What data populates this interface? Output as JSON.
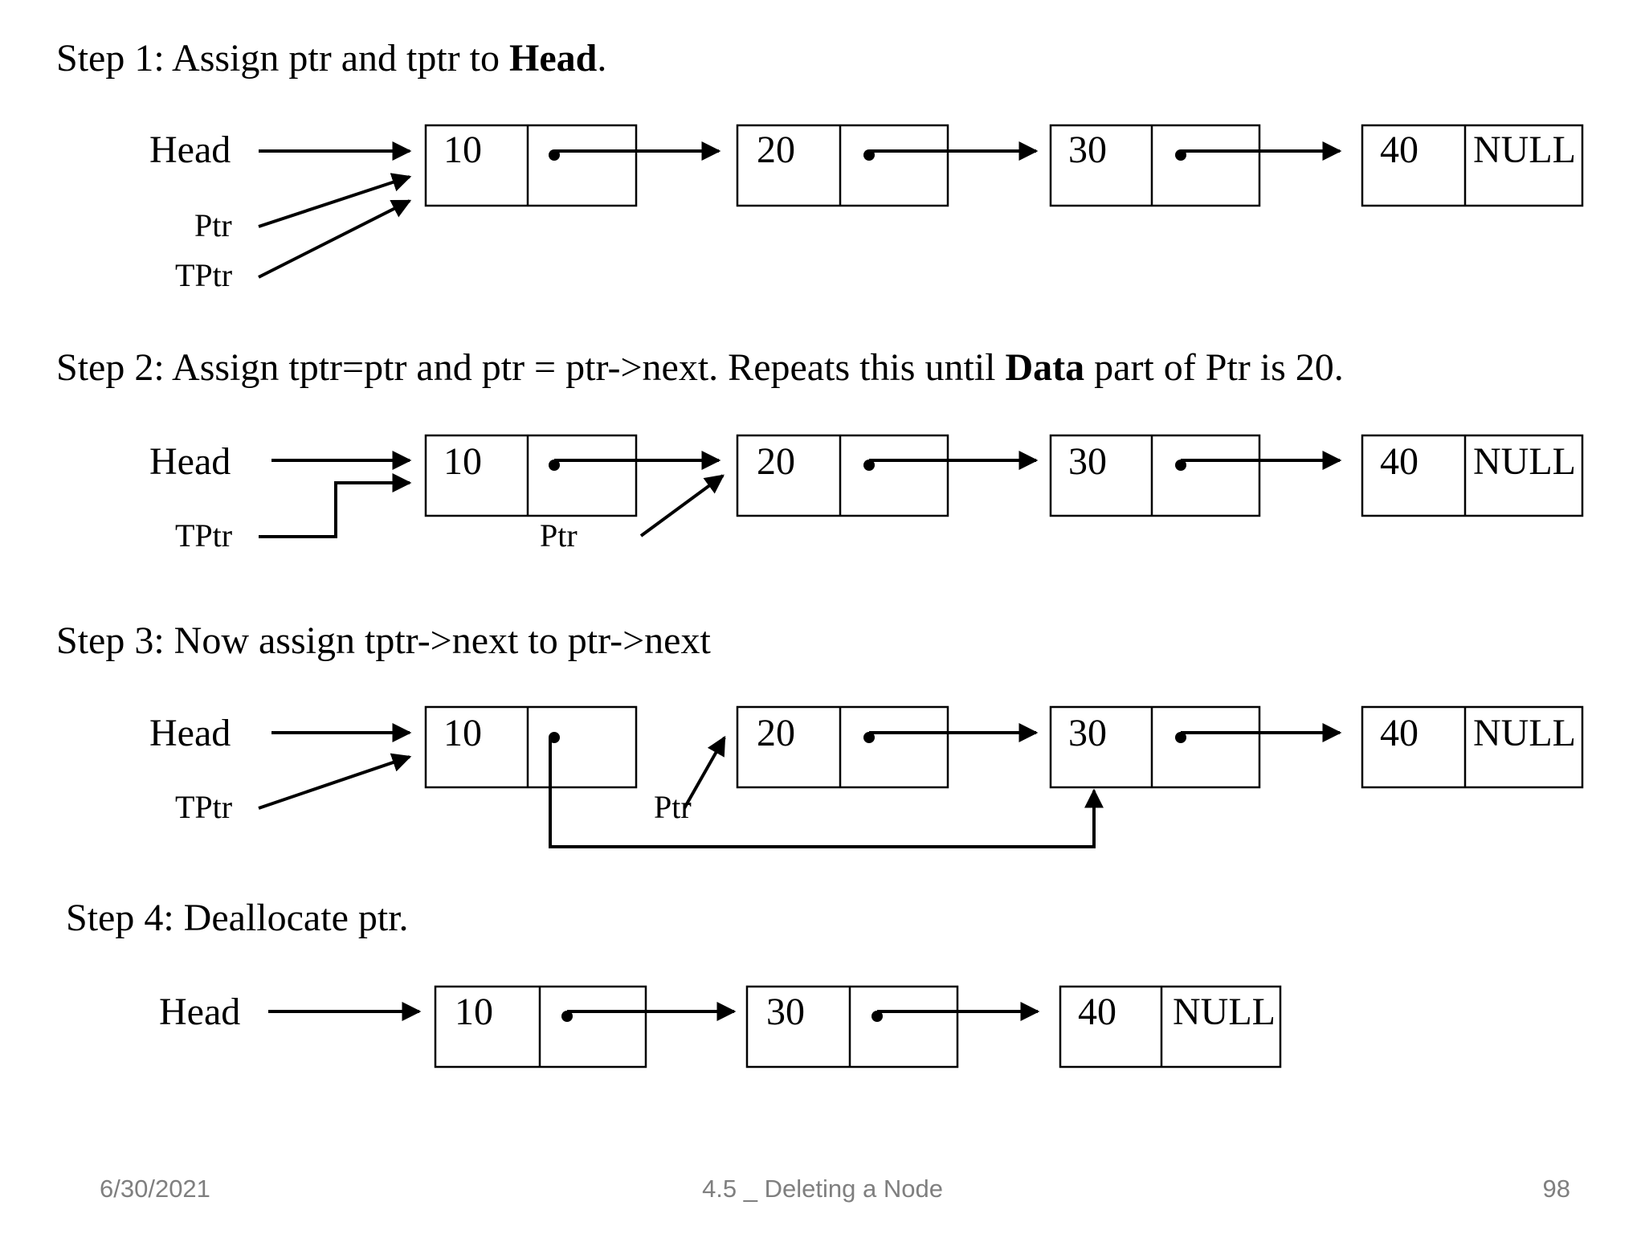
{
  "steps": [
    {
      "pre": "Step 1: Assign ptr and tptr to ",
      "bold": "Head",
      "post": "."
    },
    {
      "pre": "Step 2: Assign tptr=ptr and ptr = ptr->next. Repeats this until ",
      "bold": "Data",
      "post": " part of Ptr is 20."
    },
    {
      "pre": "Step 3: Now assign tptr->next to ptr->next",
      "bold": "",
      "post": ""
    },
    {
      "pre": "Step 4: Deallocate ptr.",
      "bold": "",
      "post": ""
    }
  ],
  "labels": {
    "head": "Head",
    "ptr": "Ptr",
    "tptr": "TPtr"
  },
  "lists": {
    "full": [
      "10",
      "20",
      "30",
      "40"
    ],
    "after_delete": [
      "10",
      "30",
      "40"
    ],
    "null_label": "NULL"
  },
  "footer": {
    "date": "6/30/2021",
    "title": "4.5 _ Deleting a Node",
    "page": "98"
  }
}
